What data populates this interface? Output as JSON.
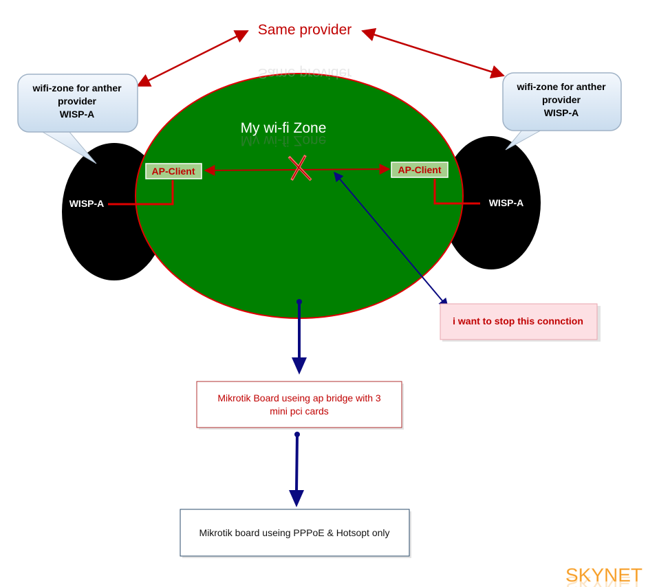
{
  "title": "Same provider",
  "zone_label": "My wi-fi Zone",
  "callout_left": {
    "line1": "wifi-zone for anther",
    "line2": "provider",
    "line3": "WISP-A"
  },
  "callout_right": {
    "line1": "wifi-zone for anther",
    "line2": "provider",
    "line3": "WISP-A"
  },
  "left_node": {
    "label": "WISP-A",
    "client": "AP-Client"
  },
  "right_node": {
    "label": "WISP-A",
    "client": "AP-Client"
  },
  "note": "i want to stop this connction",
  "box_middle": {
    "line1": "Mikrotik Board useing ap bridge with 3",
    "line2": "mini pci cards"
  },
  "box_bottom": "Mikrotik board useing PPPoE & Hotsopt only",
  "watermark": "SKYNET",
  "colors": {
    "zone_fill": "#008000",
    "zone_stroke": "#e00000",
    "link": "#c00000",
    "arrow_blue": "#0a0a80",
    "callout_fill": "#dce9f6",
    "note_fill": "#fde0e4",
    "client_fill": "#a5cf8c",
    "watermark": "#f59a1f"
  }
}
